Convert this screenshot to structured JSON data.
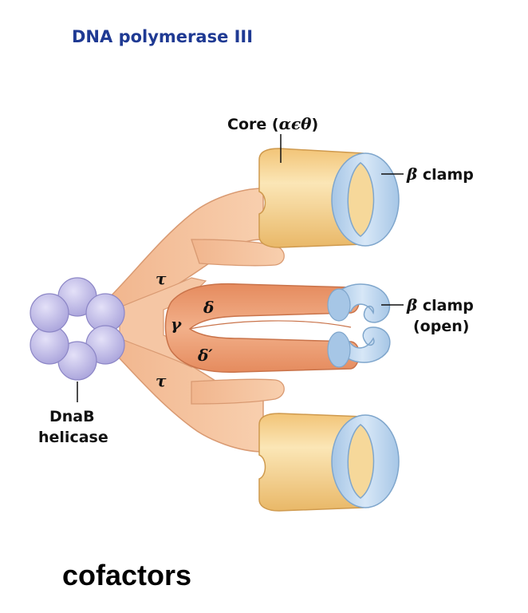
{
  "title": "DNA polymerase III",
  "caption": "cofactors",
  "labels": {
    "core_text": "Core (",
    "core_greek": "αϵθ",
    "core_close": ")",
    "beta_top_sym": "β",
    "beta_top_text": " clamp",
    "beta_mid_sym": "β",
    "beta_mid_text": " clamp",
    "beta_mid_open": "(open)",
    "tau_top": "τ",
    "tau_bottom": "τ",
    "delta": "δ",
    "gamma": "γ",
    "delta_prime": "δ′",
    "dnab_line1": "DnaB",
    "dnab_line2": "helicase"
  },
  "colors": {
    "title": "#1f3a93",
    "core": "#f6d89a",
    "tau": "#f4bf9a",
    "clamp_loader": "#eb9a70",
    "clamp": "#bcd6ef",
    "helicase": "#c3bfe8"
  }
}
